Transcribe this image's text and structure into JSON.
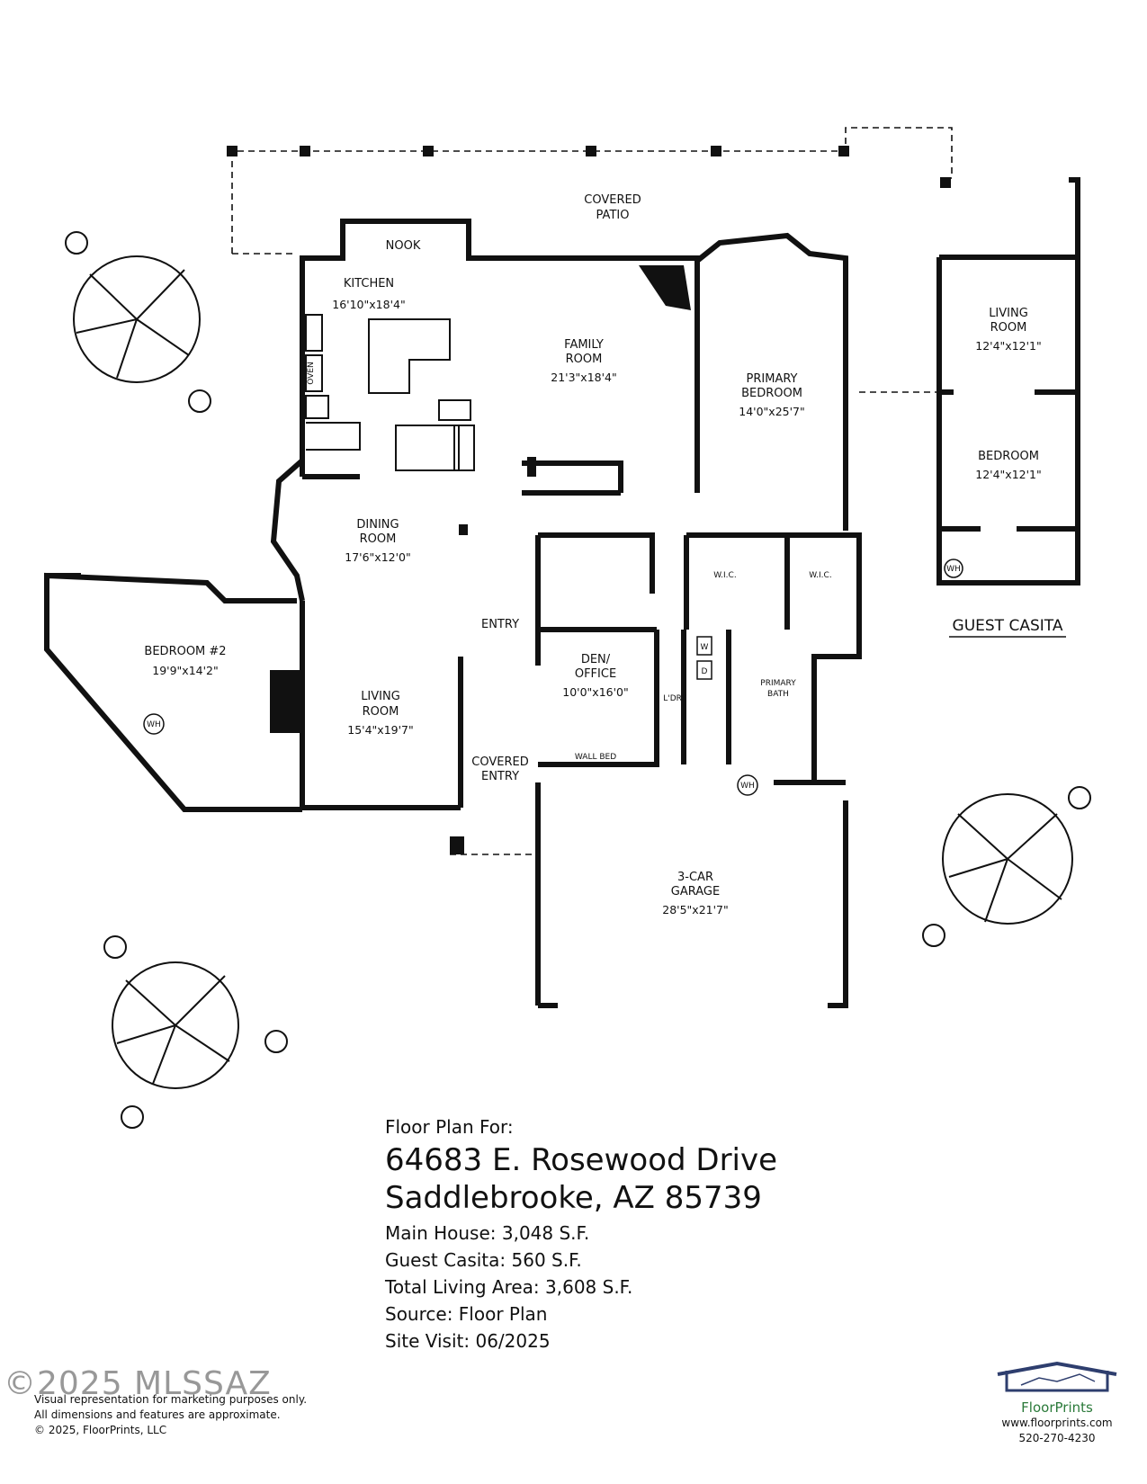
{
  "rooms": {
    "covered_patio": [
      "COVERED",
      "PATIO"
    ],
    "nook": "NOOK",
    "kitchen": {
      "name": "KITCHEN",
      "dim": "16'10\"x18'4\""
    },
    "oven": "OVEN",
    "family_room": {
      "name": [
        "FAMILY",
        "ROOM"
      ],
      "dim": "21'3\"x18'4\""
    },
    "primary_bedroom": {
      "name": [
        "PRIMARY",
        "BEDROOM"
      ],
      "dim": "14'0\"x25'7\""
    },
    "dining_room": {
      "name": [
        "DINING",
        "ROOM"
      ],
      "dim": "17'6\"x12'0\""
    },
    "bedroom2": {
      "name": "BEDROOM #2",
      "dim": "19'9\"x14'2\""
    },
    "living_room": {
      "name": [
        "LIVING",
        "ROOM"
      ],
      "dim": "15'4\"x19'7\""
    },
    "entry": "ENTRY",
    "den": {
      "name": [
        "DEN/",
        "OFFICE"
      ],
      "dim": "10'0\"x16'0\""
    },
    "wall_bed": "WALL BED",
    "laundry": "L'DRY",
    "wic": "W.I.C.",
    "primary_bath": [
      "PRIMARY",
      "BATH"
    ],
    "covered_entry": [
      "COVERED",
      "ENTRY"
    ],
    "garage": {
      "name": [
        "3-CAR",
        "GARAGE"
      ],
      "dim": "28'5\"x21'7\""
    },
    "wh": "WH",
    "washer": "W",
    "dryer": "D"
  },
  "casita": {
    "living_room": {
      "name": [
        "LIVING",
        "ROOM"
      ],
      "dim": "12'4\"x12'1\""
    },
    "bedroom": {
      "name": "BEDROOM",
      "dim": "12'4\"x12'1\""
    },
    "title": "GUEST CASITA"
  },
  "info": {
    "heading": "Floor Plan For:",
    "address1": "64683 E. Rosewood Drive",
    "address2": "Saddlebrooke, AZ  85739",
    "main_house": "Main House:  3,048 S.F.",
    "guest_casita": "Guest Casita:  560 S.F.",
    "total": "Total Living Area:  3,608 S.F.",
    "source": "Source:  Floor Plan",
    "site_visit": "Site Visit:  06/2025"
  },
  "footer": {
    "watermark": "©2025 MLSSAZ",
    "disclaimer1": "Visual representation for marketing purposes only.",
    "disclaimer2": "All dimensions and features are approximate.",
    "disclaimer3": "© 2025, FloorPrints, LLC",
    "brand": "FloorPrints",
    "website": "www.floorprints.com",
    "phone": "520-270-4230"
  },
  "colors": {
    "wall": "#111111",
    "brand_green": "#2b7a3a",
    "logo_roof": "#2e3e6e"
  }
}
